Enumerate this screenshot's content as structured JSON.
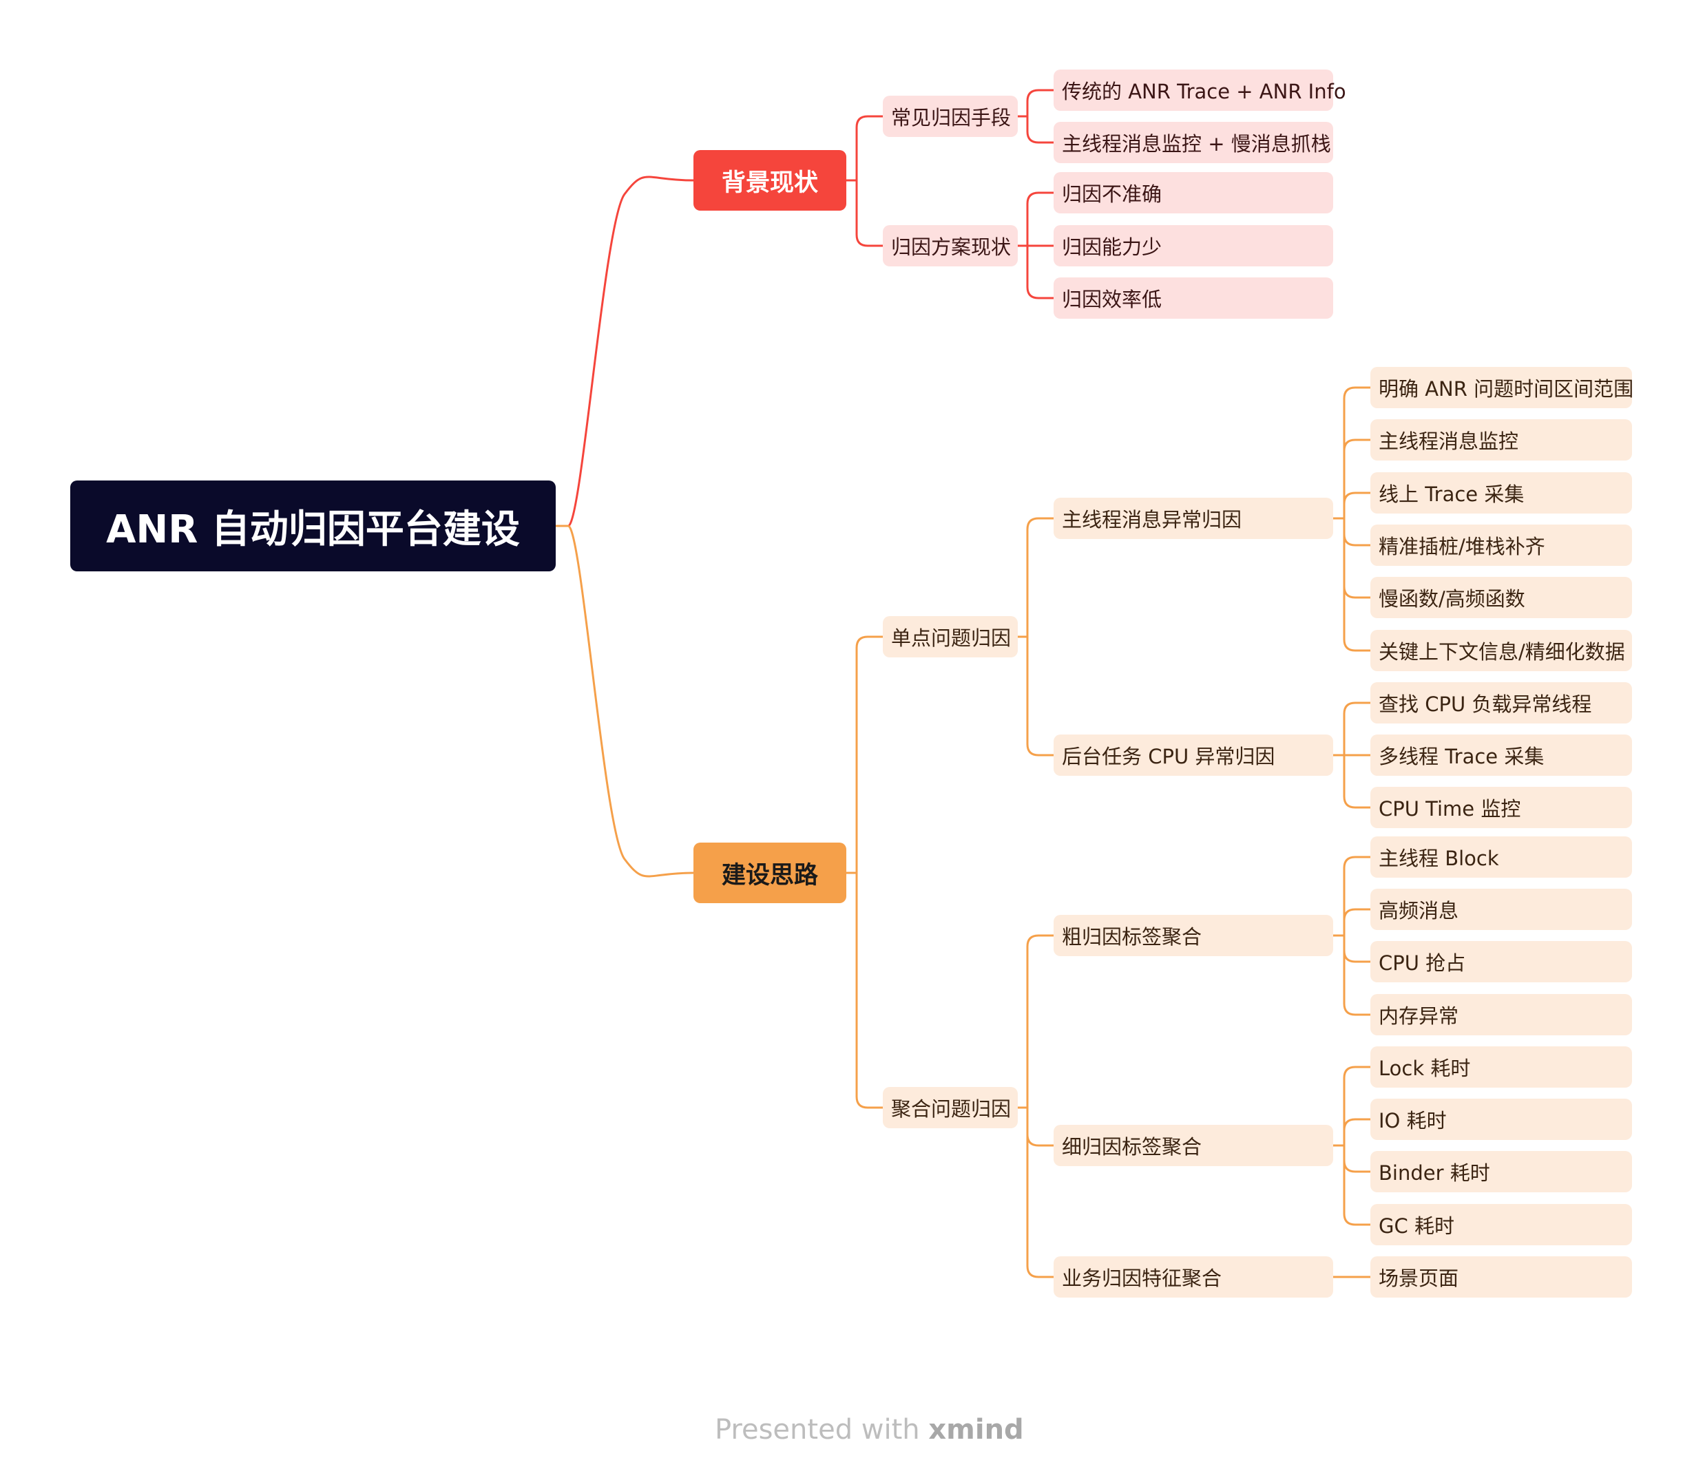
{
  "root": {
    "label": "ANR 自动归因平台建设"
  },
  "branches": [
    {
      "label": "背景现状",
      "color": "#f5453c",
      "children": [
        {
          "label": "常见归因手段",
          "children": [
            "传统的 ANR Trace + ANR Info",
            "主线程消息监控 + 慢消息抓栈"
          ]
        },
        {
          "label": "归因方案现状",
          "children": [
            "归因不准确",
            "归因能力少",
            "归因效率低"
          ]
        }
      ]
    },
    {
      "label": "建设思路",
      "color": "#f5a04a",
      "children": [
        {
          "label": "单点问题归因",
          "children": [
            {
              "label": "主线程消息异常归因",
              "children": [
                "明确 ANR 问题时间区间范围",
                "主线程消息监控",
                "线上 Trace 采集",
                "精准插桩/堆栈补齐",
                "慢函数/高频函数",
                "关键上下文信息/精细化数据"
              ]
            },
            {
              "label": "后台任务 CPU 异常归因",
              "children": [
                "查找 CPU 负载异常线程",
                "多线程 Trace 采集",
                "CPU Time 监控"
              ]
            }
          ]
        },
        {
          "label": "聚合问题归因",
          "children": [
            {
              "label": "粗归因标签聚合",
              "children": [
                "主线程 Block",
                "高频消息",
                "CPU 抢占",
                "内存异常"
              ]
            },
            {
              "label": "细归因标签聚合",
              "children": [
                "Lock 耗时",
                "IO 耗时",
                "Binder 耗时",
                "GC 耗时"
              ]
            },
            {
              "label": "业务归因特征聚合",
              "children": [
                "场景页面"
              ]
            }
          ]
        }
      ]
    }
  ],
  "footer": {
    "prefix": "Presented with ",
    "brand": "xmind"
  }
}
